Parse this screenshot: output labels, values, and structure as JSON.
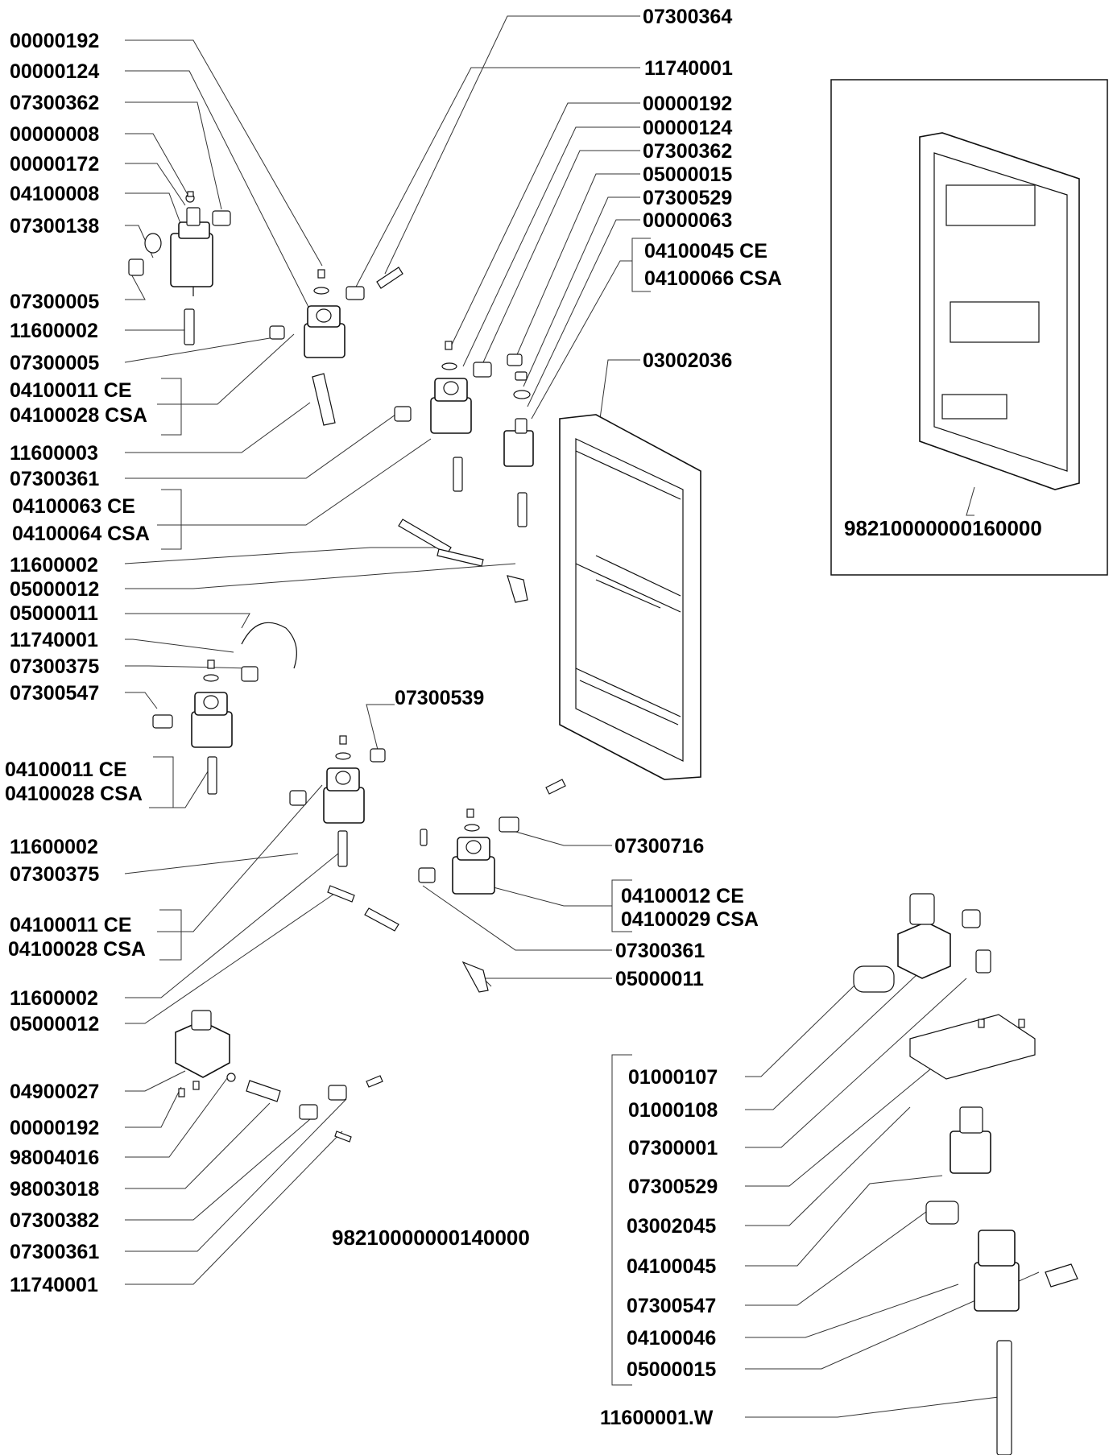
{
  "labels": {
    "l00000192_a": "00000192",
    "l00000124_a": "00000124",
    "l07300362_a": "07300362",
    "l00000008": "00000008",
    "l00000172": "00000172",
    "l04100008": "04100008",
    "l07300138": "07300138",
    "l07300005_a": "07300005",
    "l11600002_a": "11600002",
    "l07300005_b": "07300005",
    "l04100011_a": "04100011 CE",
    "l04100028_a": "04100028 CSA",
    "l11600003": "11600003",
    "l07300361_a": "07300361",
    "l04100063": "04100063 CE",
    "l04100064": "04100064 CSA",
    "l11600002_b": "11600002",
    "l05000012_a": "05000012",
    "l05000011_a": "05000011",
    "l11740001_a": "11740001",
    "l07300375_a": "07300375",
    "l07300547_a": "07300547",
    "l04100011_b": "04100011 CE",
    "l04100028_b": "04100028 CSA",
    "l11600002_c": "11600002",
    "l07300375_b": "07300375",
    "l04100011_c": "04100011 CE",
    "l04100028_c": "04100028 CSA",
    "l11600002_d": "11600002",
    "l05000012_b": "05000012",
    "l04900027": "04900027",
    "l00000192_b": "00000192",
    "l98004016": "98004016",
    "l98003018": "98003018",
    "l07300382": "07300382",
    "l07300361_b": "07300361",
    "l11740001_b": "11740001",
    "l07300364": "07300364",
    "l11740001_c": "11740001",
    "l00000192_c": "00000192",
    "l00000124_c": "00000124",
    "l07300362_c": "07300362",
    "l05000015_a": "05000015",
    "l07300529_a": "07300529",
    "l00000063": "00000063",
    "l04100045_ce": "04100045 CE",
    "l04100066_csa": "04100066 CSA",
    "l03002036": "03002036",
    "l07300539": "07300539",
    "l07300716": "07300716",
    "l04100012": "04100012 CE",
    "l04100029": "04100029 CSA",
    "l07300361_c": "07300361",
    "l05000011_b": "05000011",
    "l01000107": "01000107",
    "l01000108": "01000108",
    "l07300001": "07300001",
    "l07300529_b": "07300529",
    "l03002045": "03002045",
    "l04100045": "04100045",
    "l07300547_b": "07300547",
    "l04100046": "04100046",
    "l05000015_b": "05000015",
    "l11600001w": "11600001.W",
    "assembly_inset": "98210000000160000",
    "assembly_main": "98210000000140000"
  }
}
